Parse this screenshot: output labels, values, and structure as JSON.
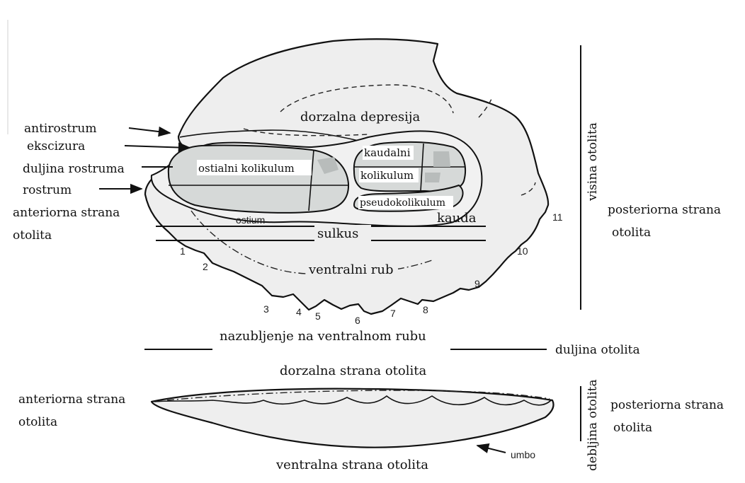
{
  "labels": {
    "antirostrum": "antirostrum",
    "ekscizura": "ekscizura",
    "duljina_rostruma": "duljina rostruma",
    "rostrum": "rostrum",
    "anteriorna_top_1": "anteriorna strana",
    "anteriorna_top_2": "otolita",
    "dorzalna_depresija": "dorzalna depresija",
    "ostialni_kolikulum": "ostialni kolikulum",
    "kaudalni": "kaudalni",
    "kolikulum": "kolikulum",
    "pseudokolikulum": "pseudokolikulum",
    "kauda": "kauda",
    "ostium": "ostium",
    "sulkus": "sulkus",
    "ventralni_rub": "ventralni rub",
    "visina_otolita": "visina otolita",
    "posteriorna_top_1": "posteriorna strana",
    "posteriorna_top_2": "otolita",
    "nazubljenje": "nazubljenje na ventralnom rubu",
    "duljina_otolita": "duljina otolita",
    "dorzalna_strana": "dorzalna strana otolita",
    "anteriorna_bottom_1": "anteriorna strana",
    "anteriorna_bottom_2": "otolita",
    "debljina_otolita": "debljina otolita",
    "posteriorna_bottom_1": "posteriorna strana",
    "posteriorna_bottom_2": "otolita",
    "umbo": "umbo",
    "ventralna_strana": "ventralna strana otolita"
  },
  "teeth_numbers": [
    "1",
    "2",
    "3",
    "4",
    "5",
    "6",
    "7",
    "8",
    "9",
    "10",
    "11"
  ]
}
